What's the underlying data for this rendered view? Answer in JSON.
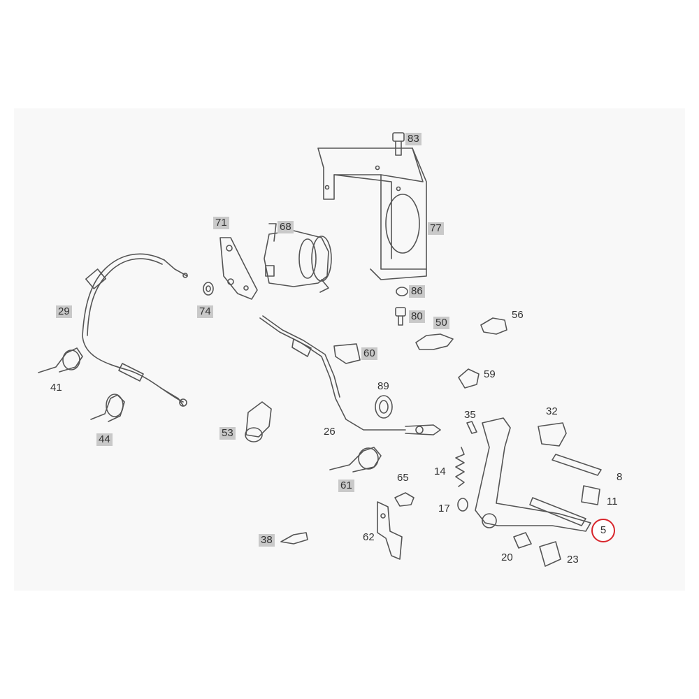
{
  "labels": {
    "p83": "83",
    "p77": "77",
    "p71": "71",
    "p68": "68",
    "p74": "74",
    "p29": "29",
    "p86": "86",
    "p80": "80",
    "p50": "50",
    "p56": "56",
    "p60": "60",
    "p41": "41",
    "p59": "59",
    "p89": "89",
    "p44": "44",
    "p35": "35",
    "p32": "32",
    "p53": "53",
    "p26": "26",
    "p8": "8",
    "p14": "14",
    "p65": "65",
    "p61": "61",
    "p11": "11",
    "p17": "17",
    "p5": "5",
    "p38": "38",
    "p62": "62",
    "p20": "20",
    "p23": "23"
  },
  "highlighted_part": "5",
  "colors": {
    "line": "#555555",
    "label_box": "#c9c9c9",
    "highlight_ring": "#d8262c",
    "panel": "#f8f8f8"
  }
}
